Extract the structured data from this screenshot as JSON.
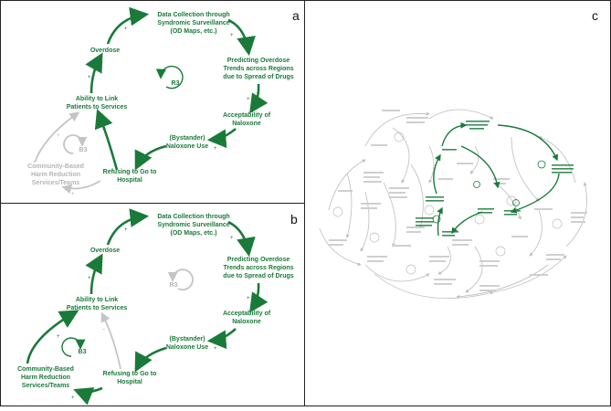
{
  "panels": {
    "a": {
      "letter": "a",
      "loop_label": "R3",
      "loop_label_b": "B3"
    },
    "b": {
      "letter": "b",
      "loop_label": "R3",
      "loop_label_b": "B3"
    },
    "c": {
      "letter": "c"
    }
  },
  "nodes": {
    "data_collection_1": "Data Collection through",
    "data_collection_2": "Syndromic Surveillance",
    "data_collection_3": "(OD Maps, etc.)",
    "predicting_1": "Predicting Overdose",
    "predicting_2": "Trends across Regions",
    "predicting_3": "due to Spread of Drugs",
    "acceptability_1": "Acceptability of",
    "acceptability_2": "Naloxone",
    "naloxone_1": "(Bystander)",
    "naloxone_2": "Naloxone Use",
    "refusing_1": "Refusing to Go to",
    "refusing_2": "Hospital",
    "community_1": "Community-Based",
    "community_2": "Harm Reduction",
    "community_3": "Services/Teams",
    "ability_1": "Ability to Link",
    "ability_2": "Patients to Services",
    "overdose": "Overdose"
  },
  "signs": {
    "plus": "+",
    "minus": "–"
  },
  "colors": {
    "green": "#1a7a3a",
    "grey": "#bdbdbd",
    "border": "#222222"
  }
}
